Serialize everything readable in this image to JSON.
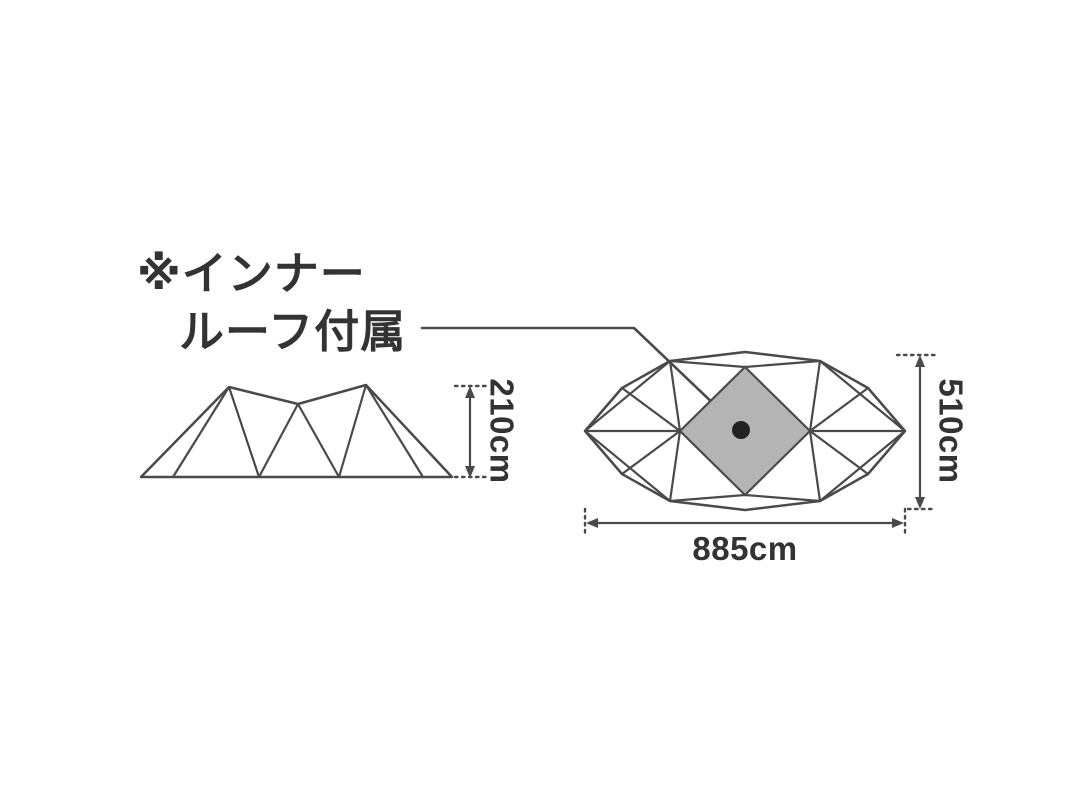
{
  "note": {
    "line1": "※インナー",
    "line2": "ルーフ付属"
  },
  "dimensions": {
    "side_height": "210cm",
    "floor_width": "885cm",
    "floor_depth": "510cm"
  },
  "colors": {
    "line": "#4a4a4a",
    "text": "#333333",
    "inner_roof_fill": "#b4b4b4",
    "pole_dot": "#222222",
    "background": "#ffffff"
  }
}
